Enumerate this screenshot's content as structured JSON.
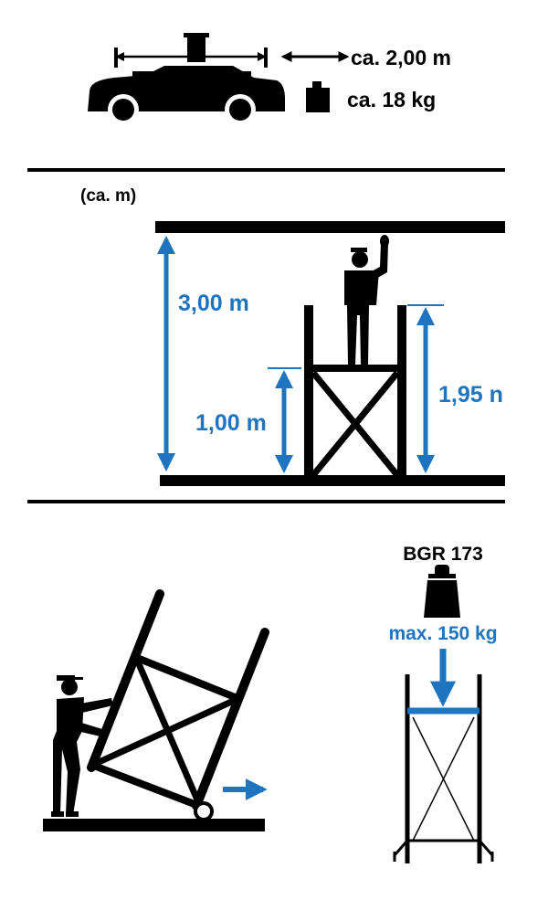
{
  "colors": {
    "ink": "#000000",
    "accent": "#1f74bf",
    "background": "#ffffff"
  },
  "transport": {
    "length_label": "ca. 2,00 m",
    "weight_label": "ca. 18 kg",
    "icons": [
      "car-icon",
      "weight-icon",
      "double-arrow-icon"
    ]
  },
  "dimensions": {
    "unit_note": "(ca. m)",
    "ceiling_height_label": "3,00 m",
    "platform_height_label": "1,00 m",
    "rail_height_label": "1,95 n"
  },
  "load": {
    "standard_label": "BGR 173",
    "max_load_label": "max. 150 kg",
    "icons": [
      "weight-icon",
      "down-arrow-icon"
    ]
  },
  "moving": {
    "icons": [
      "worker-icon",
      "wheel-icon",
      "right-arrow-icon"
    ]
  }
}
